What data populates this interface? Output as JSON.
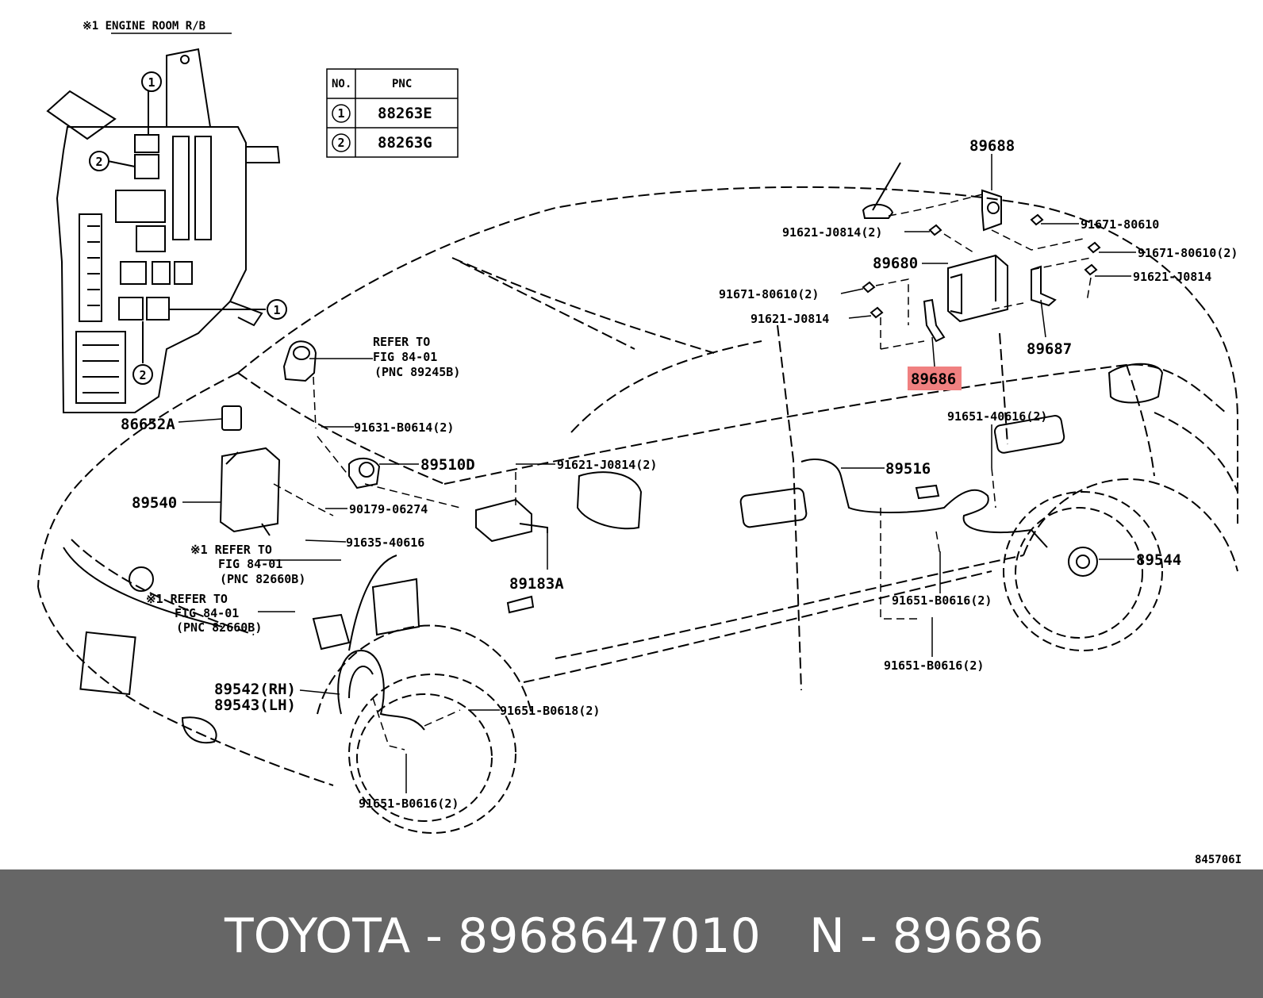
{
  "diagram": {
    "header_note": "※1 ENGINE ROOM R/B",
    "figure_id": "845706I",
    "table": {
      "headers": [
        "NO.",
        "PNC"
      ],
      "rows": [
        {
          "no": "1",
          "pnc": "88263E"
        },
        {
          "no": "2",
          "pnc": "88263G"
        }
      ]
    },
    "callouts": {
      "c1a": "1",
      "c2a": "2",
      "c1b": "1",
      "c2b": "2"
    },
    "labels": {
      "p89688": "89688",
      "p91671_80610_a": "91671-80610",
      "p91621_j0814_2a": "91621-J0814(2)",
      "p91671_80610_2a": "91671-80610(2)",
      "p89680": "89680",
      "p91621_j0814_a": "91621-J0814",
      "p91671_80610_2b": "91671-80610(2)",
      "p91621_j0814_b": "91621-J0814",
      "p89687": "89687",
      "p89686": "89686",
      "refer1_l1": "REFER TO",
      "refer1_l2": "FIG 84-01",
      "refer1_l3": "(PNC 89245B)",
      "p86652a": "86652A",
      "p91631_b0614": "91631-B0614(2)",
      "p89510d": "89510D",
      "p91621_j0814_2b": "91621-J0814(2)",
      "p89540": "89540",
      "p90179_06274": "90179-06274",
      "p91635_40616": "91635-40616",
      "refer2_l1": "※1 REFER TO",
      "refer2_l2": "FIG 84-01",
      "refer2_l3": "(PNC 82660B)",
      "refer3_l1": "※1 REFER TO",
      "refer3_l2": "FIG 84-01",
      "refer3_l3": "(PNC 82660B)",
      "p89183a": "89183A",
      "p91651_40616": "91651-40616(2)",
      "p89516": "89516",
      "p89544": "89544",
      "p91651_b0616_a": "91651-B0616(2)",
      "p91651_b0616_b": "91651-B0616(2)",
      "p89542": "89542(RH)",
      "p89543": "89543(LH)",
      "p91651_b0618": "91651-B0618(2)",
      "p91651_b0616_c": "91651-B0616(2)"
    }
  },
  "footer": {
    "brand_part": "TOYOTA - 8968647010",
    "pnc": "N - 89686"
  },
  "colors": {
    "footer_bg": "#666666",
    "highlight": "#f08080",
    "ink": "#000000"
  }
}
